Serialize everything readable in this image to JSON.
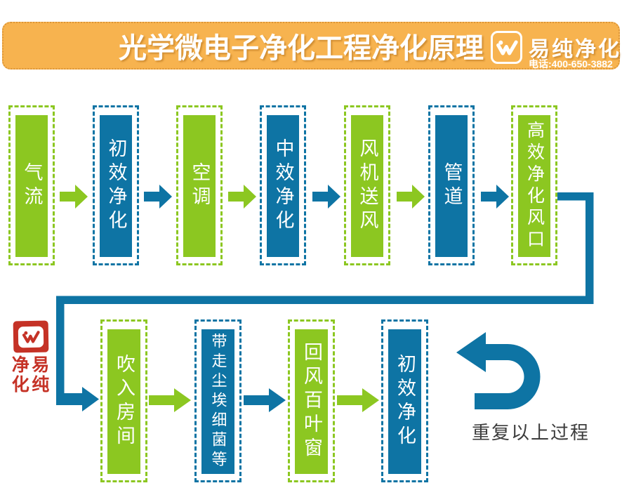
{
  "header": {
    "title": "光学微电子净化工程净化原理",
    "brand": "易纯净化",
    "phone": "电话:400-650-3882",
    "logo_icon": "w-check-logo-icon"
  },
  "colors": {
    "banner_orange": "#F7B34F",
    "banner_border": "#DC9537",
    "green": "#8CC721",
    "blue": "#0E74A4",
    "seal_red": "#C53226",
    "text_dark": "#3C3C3C",
    "box_text": "#FFFFFF"
  },
  "flow": {
    "row1": [
      {
        "label": "气流",
        "color": "green"
      },
      {
        "label": "初效净化",
        "color": "blue"
      },
      {
        "label": "空调",
        "color": "green"
      },
      {
        "label": "中效净化",
        "color": "blue"
      },
      {
        "label": "风机送风",
        "color": "green"
      },
      {
        "label": "管道",
        "color": "blue"
      },
      {
        "label": "高效净化风口",
        "color": "green"
      }
    ],
    "row1_arrows": [
      "green",
      "blue",
      "green",
      "blue",
      "green",
      "blue"
    ],
    "row2": [
      {
        "label": "吹入房间",
        "color": "green"
      },
      {
        "label": "带走尘埃细菌等",
        "color": "blue"
      },
      {
        "label": "回风百叶窗",
        "color": "green"
      },
      {
        "label": "初效净化",
        "color": "blue"
      }
    ],
    "row2_arrows": [
      "green",
      "blue",
      "green"
    ],
    "connector_color": "blue",
    "repeat_note": "重复以上过程"
  },
  "seal": {
    "chars": [
      "净",
      "易",
      "化",
      "纯"
    ],
    "icon": "w-check-logo-icon"
  }
}
